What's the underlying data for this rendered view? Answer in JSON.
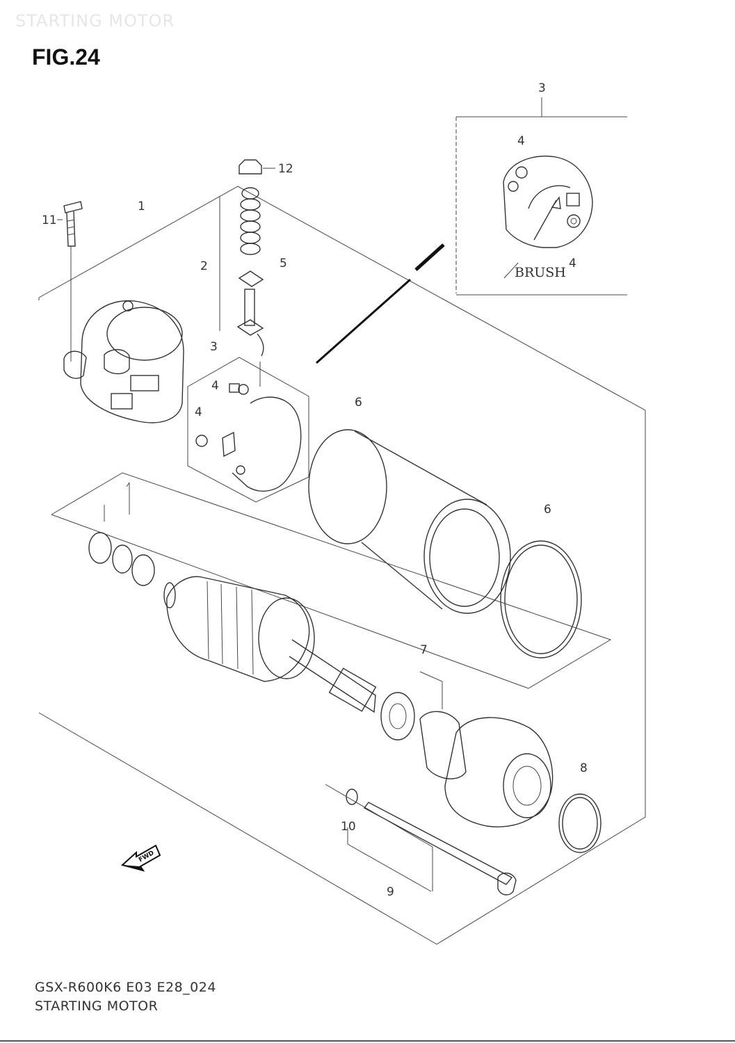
{
  "header": {
    "watermark": "STARTING MOTOR",
    "figure": "FIG.24"
  },
  "parts": {
    "p1": "1",
    "p2": "2",
    "p3a": "3",
    "p3b": "3",
    "p4a": "4",
    "p4b": "4",
    "p4c": "4",
    "p4d": "4",
    "p5": "5",
    "p6a": "6",
    "p6b": "6",
    "p7": "7",
    "p8": "8",
    "p9": "9",
    "p10": "10",
    "p11": "11",
    "p12": "12",
    "brush": "BRUSH",
    "fwd": "FWD"
  },
  "footer": {
    "code": "GSX-R600K6 E03 E28_024",
    "name": "STARTING MOTOR"
  }
}
